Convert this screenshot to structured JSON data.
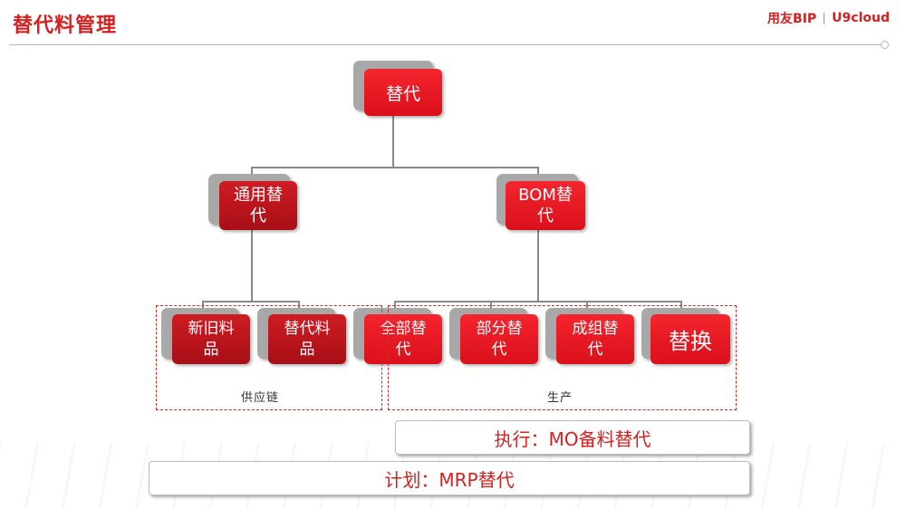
{
  "header": {
    "title": "替代料管理",
    "brand": {
      "name1": "用友BIP",
      "name2": "U9cloud"
    }
  },
  "nodes": {
    "root": "替代",
    "general": "通用替代",
    "bom": "BOM替代",
    "new_old": "新旧料品",
    "substitute": "替代料品",
    "full": "全部替代",
    "partial": "部分替代",
    "group_sub": "成组替代",
    "replace": "替换"
  },
  "groups": {
    "supply_chain": "供应链",
    "production": "生产"
  },
  "bars": {
    "execute": "执行：MO备料替代",
    "plan": "计划：MRP替代"
  },
  "colors": {
    "accent": "#d42020",
    "node_bright": "#e8141e",
    "node_dark": "#b8121a"
  }
}
